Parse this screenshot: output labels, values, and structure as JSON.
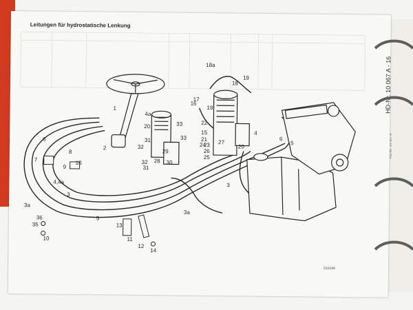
{
  "page": {
    "title": "Leitungen für hydrostatische Lenkung",
    "reference": "HD-Nr. 10 067 A - 16",
    "back_reference": "HD-Nr. 10 067 A",
    "drawing_number": "010194"
  },
  "parts": {
    "p1": "1",
    "p2": "2",
    "p3": "3",
    "p3b": "3",
    "p3a": "3a",
    "p3a2": "3a",
    "p4": "4",
    "p4a": "4a",
    "p44a": "4,4a",
    "p5": "5",
    "p5b": "5",
    "p6": "6",
    "p6b": "6",
    "p7": "7",
    "p8": "8",
    "p9": "9",
    "p10": "10",
    "p10b": "10",
    "p11": "11",
    "p12": "12",
    "p13": "13",
    "p14": "14",
    "p15": "15",
    "p16": "16",
    "p17": "17",
    "p18": "18",
    "p18a": "18a",
    "p19": "19",
    "p19b": "19",
    "p20": "20",
    "p20b": "20",
    "p21": "21",
    "p22": "22",
    "p23": "23",
    "p24": "24",
    "p25": "25",
    "p26": "26",
    "p27": "27",
    "p28": "28",
    "p29": "29",
    "p30": "30",
    "p31": "31",
    "p31b": "31",
    "p32": "32",
    "p32b": "32",
    "p33": "33",
    "p33b": "33",
    "p35": "35",
    "p36": "36"
  }
}
